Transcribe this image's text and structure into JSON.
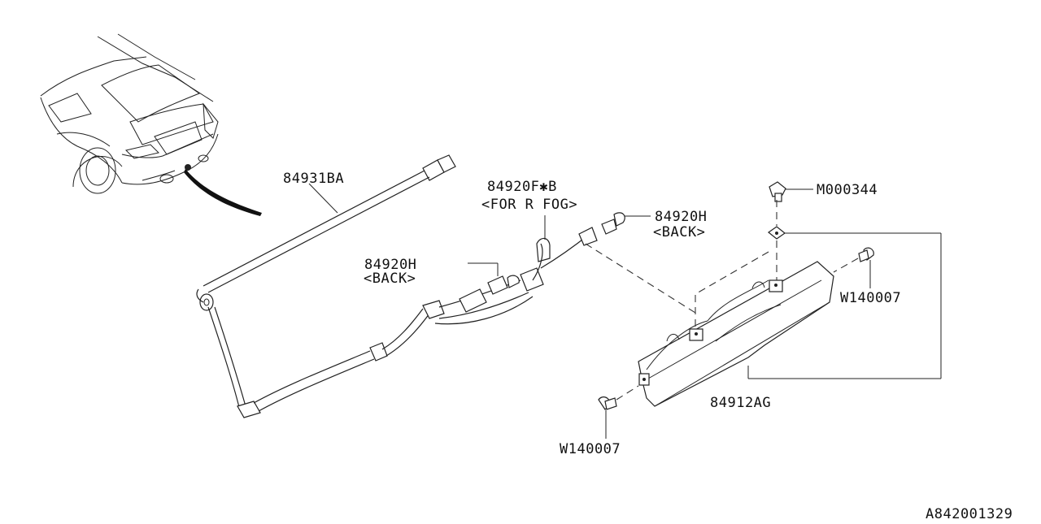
{
  "labels": {
    "harness": "84931BA",
    "bulb_fog": "84920F✱B",
    "bulb_fog_note": "<FOR R FOG>",
    "bulb_back_right": "84920H",
    "bulb_back_right_note": "<BACK>",
    "bulb_back_left": "84920H",
    "bulb_back_left_note": "<BACK>",
    "nut": "M000344",
    "screw_right": "W140007",
    "lamp_assembly": "84912AG",
    "screw_bottom": "W140007",
    "diagram_id": "A842001329"
  }
}
